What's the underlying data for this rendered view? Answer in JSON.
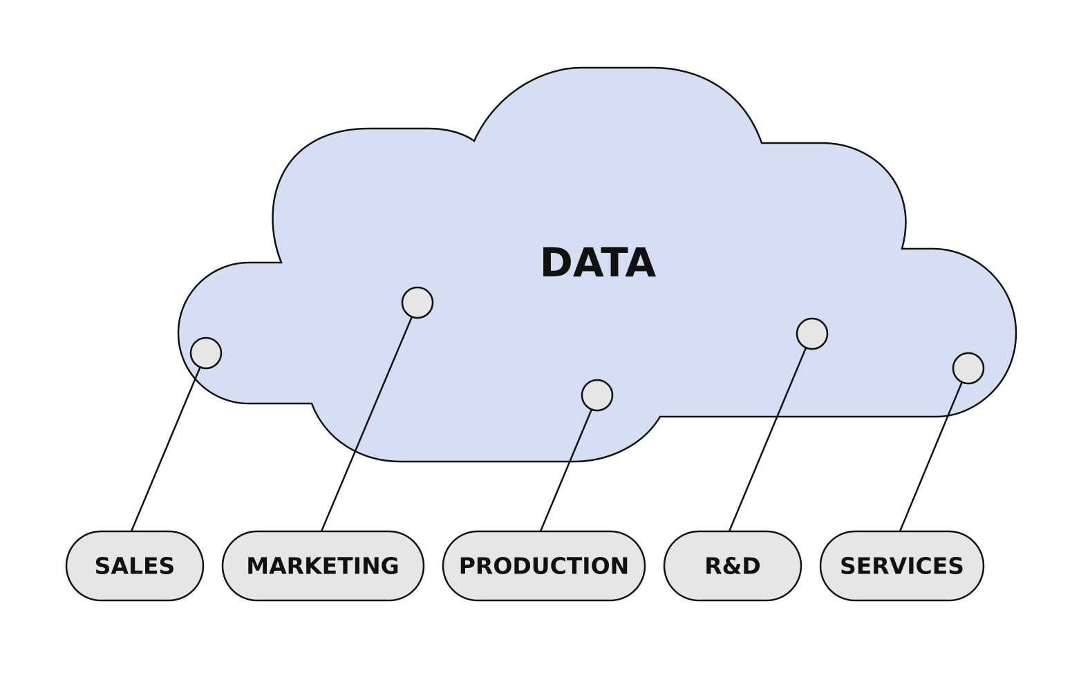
{
  "cloud": {
    "label": "DATA",
    "fill_color": "#d5def2"
  },
  "departments": [
    {
      "id": "sales",
      "label": "SALES"
    },
    {
      "id": "marketing",
      "label": "MARKETING"
    },
    {
      "id": "production",
      "label": "PRODUCTION"
    },
    {
      "id": "rnd",
      "label": "R&D"
    },
    {
      "id": "services",
      "label": "SERVICES"
    }
  ],
  "colors": {
    "outline": "#111111",
    "node_fill": "#e6e6e6",
    "background": "#ffffff"
  }
}
